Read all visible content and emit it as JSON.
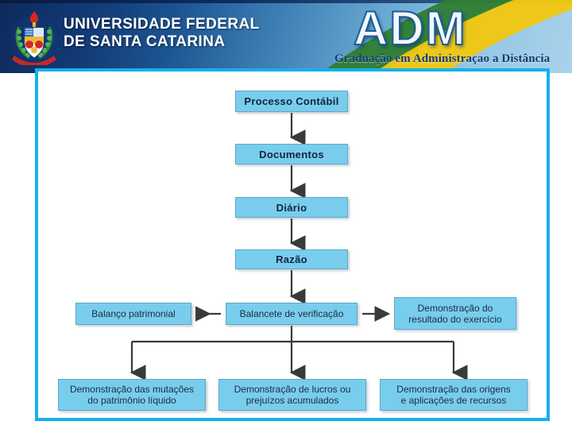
{
  "header": {
    "university_name": "UNIVERSIDADE FEDERAL\nDE SANTA CATARINA",
    "program_logo": "ADM",
    "program_subtitle": "Graduação em Administraçao a Distância",
    "crest_alt": "ufsc-crest",
    "colors": {
      "banner_dark": "#0e2a5c",
      "banner_light": "#a9d2ea",
      "swoosh_green": "#2f7d32",
      "swoosh_yellow": "#f2c70d",
      "title_text": "#ffffff",
      "subtitle_text": "#123a74"
    }
  },
  "frame": {
    "border_color": "#17afec",
    "background": "#ffffff"
  },
  "diagram": {
    "type": "flowchart",
    "title": "Processo Contábil",
    "box_fill": "#79cdec",
    "box_text": "#12243d",
    "connector_color": "#3a3a3a",
    "nodes": [
      {
        "id": "processo",
        "label": "Processo  Contábil",
        "row": 1,
        "style": "bold"
      },
      {
        "id": "documentos",
        "label": "Documentos",
        "row": 2,
        "style": "bold"
      },
      {
        "id": "diario",
        "label": "Diário",
        "row": 3,
        "style": "bold"
      },
      {
        "id": "razao",
        "label": "Razão",
        "row": 4,
        "style": "bold"
      },
      {
        "id": "balanco",
        "label": "Balanço patrimonial",
        "row": 5,
        "style": "light"
      },
      {
        "id": "balancete",
        "label": "Balancete de verificação",
        "row": 5,
        "style": "light"
      },
      {
        "id": "dre",
        "label": "Demonstração do\nresultado do exercício",
        "row": 5,
        "style": "light"
      },
      {
        "id": "mutacoes",
        "label": "Demonstração das mutações\ndo patrimônio líquido",
        "row": 6,
        "style": "light"
      },
      {
        "id": "lucros",
        "label": "Demonstração de lucros ou\nprejuízos acumulados",
        "row": 6,
        "style": "light"
      },
      {
        "id": "origens",
        "label": "Demonstração das origens\ne aplicações de recursos",
        "row": 6,
        "style": "light"
      }
    ],
    "edges": [
      {
        "from": "processo",
        "to": "documentos",
        "direction": "down"
      },
      {
        "from": "documentos",
        "to": "diario",
        "direction": "down"
      },
      {
        "from": "diario",
        "to": "razao",
        "direction": "down"
      },
      {
        "from": "razao",
        "to": "balancete",
        "direction": "down"
      },
      {
        "from": "balancete",
        "to": "balanco",
        "direction": "left"
      },
      {
        "from": "balancete",
        "to": "dre",
        "direction": "right"
      },
      {
        "from": "balancete",
        "to": "mutacoes",
        "direction": "down"
      },
      {
        "from": "balancete",
        "to": "lucros",
        "direction": "down"
      },
      {
        "from": "balancete",
        "to": "origens",
        "direction": "down"
      }
    ]
  }
}
